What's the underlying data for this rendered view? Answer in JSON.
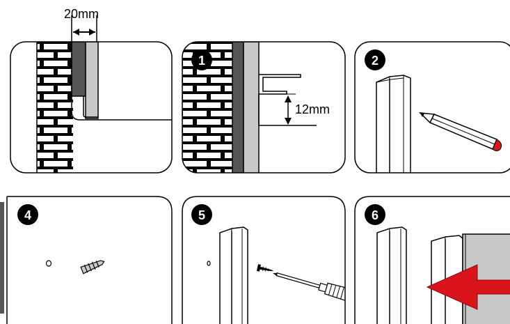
{
  "diagram": {
    "top_dimension": "20mm",
    "gap_dimension": "12mm",
    "steps": [
      "1",
      "2",
      "4",
      "5",
      "6"
    ]
  },
  "colors": {
    "panel_stroke": "#000000",
    "wall_dark": "#555555",
    "wall_mid": "#8a8a8a",
    "panel_light": "#c8c8c8",
    "arrow_red": "#d9141a",
    "pencil_tip": "#d9141a",
    "badge_fill": "#000000"
  },
  "icons": [
    "brick-wall-icon",
    "wall-profile-icon",
    "pencil-icon",
    "wall-plug-icon",
    "screw-icon",
    "screwdriver-icon",
    "sliding-panel-icon",
    "arrow-right-icon"
  ]
}
